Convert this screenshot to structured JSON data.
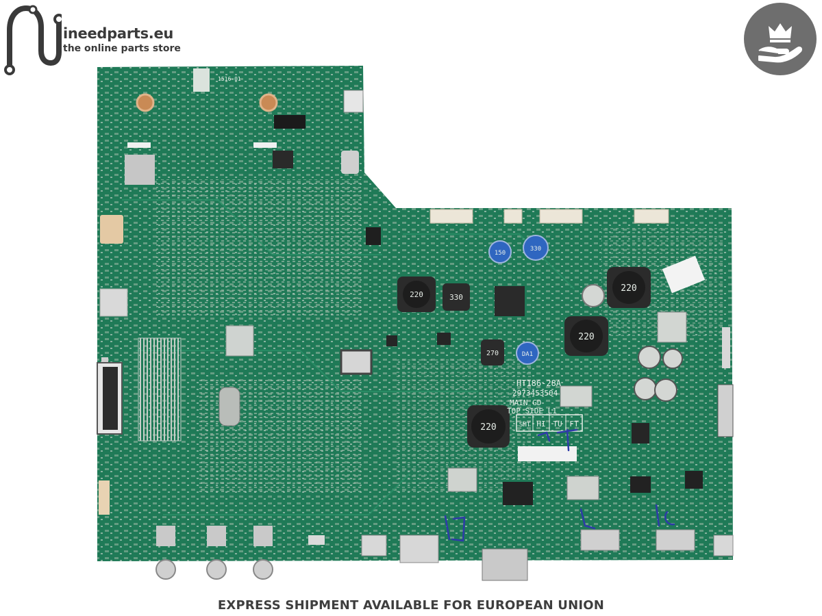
{
  "brand": {
    "name": "ineedparts.eu",
    "tagline": "the online parts store"
  },
  "board_markings": {
    "model": "HT186-28A",
    "part_number": "2973453504",
    "main_label": "MAIN GD",
    "side_label": "TOP SIDE L1",
    "qc_table": [
      "SMT",
      "HI",
      "TU",
      "FT"
    ],
    "top_code": "1516-01",
    "inductors": [
      "220",
      "330",
      "220",
      "270",
      "220",
      "220"
    ],
    "capacitors": [
      "150",
      "330",
      "DA1"
    ]
  },
  "footer_text": "EXPRESS SHIPMENT AVAILABLE FOR EUROPEAN UNION",
  "colors": {
    "board_green": "#1f7a57",
    "board_dark": "#17614a",
    "logo_gray": "#3a3a3a",
    "badge_gray": "#6e6e6e"
  }
}
